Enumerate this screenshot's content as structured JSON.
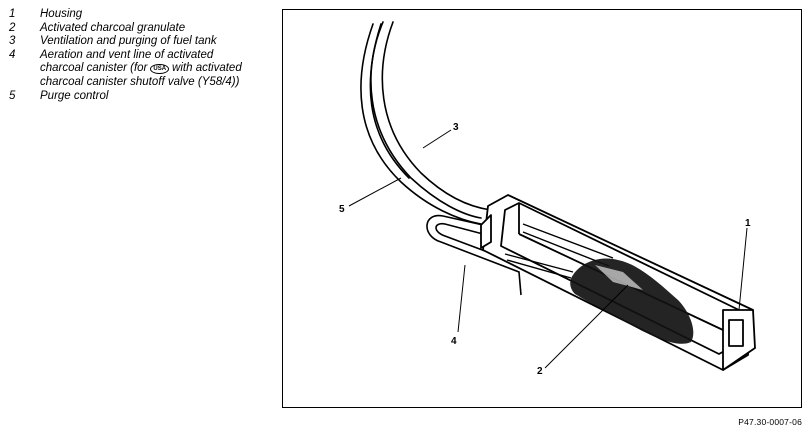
{
  "legend": [
    {
      "num": "1",
      "text": "Housing"
    },
    {
      "num": "2",
      "text": "Activated charcoal granulate"
    },
    {
      "num": "3",
      "text": "Ventilation and purging of fuel tank"
    },
    {
      "num": "4",
      "text_before": "Aeration and vent line of activated charcoal canister (for",
      "badge": "USA",
      "text_after": "with activated charcoal canister shutoff valve (Y58/4))"
    },
    {
      "num": "5",
      "text": "Purge control"
    }
  ],
  "figure": {
    "callouts": [
      "1",
      "2",
      "3",
      "4",
      "5"
    ],
    "code": "P47.30-0007-06"
  }
}
